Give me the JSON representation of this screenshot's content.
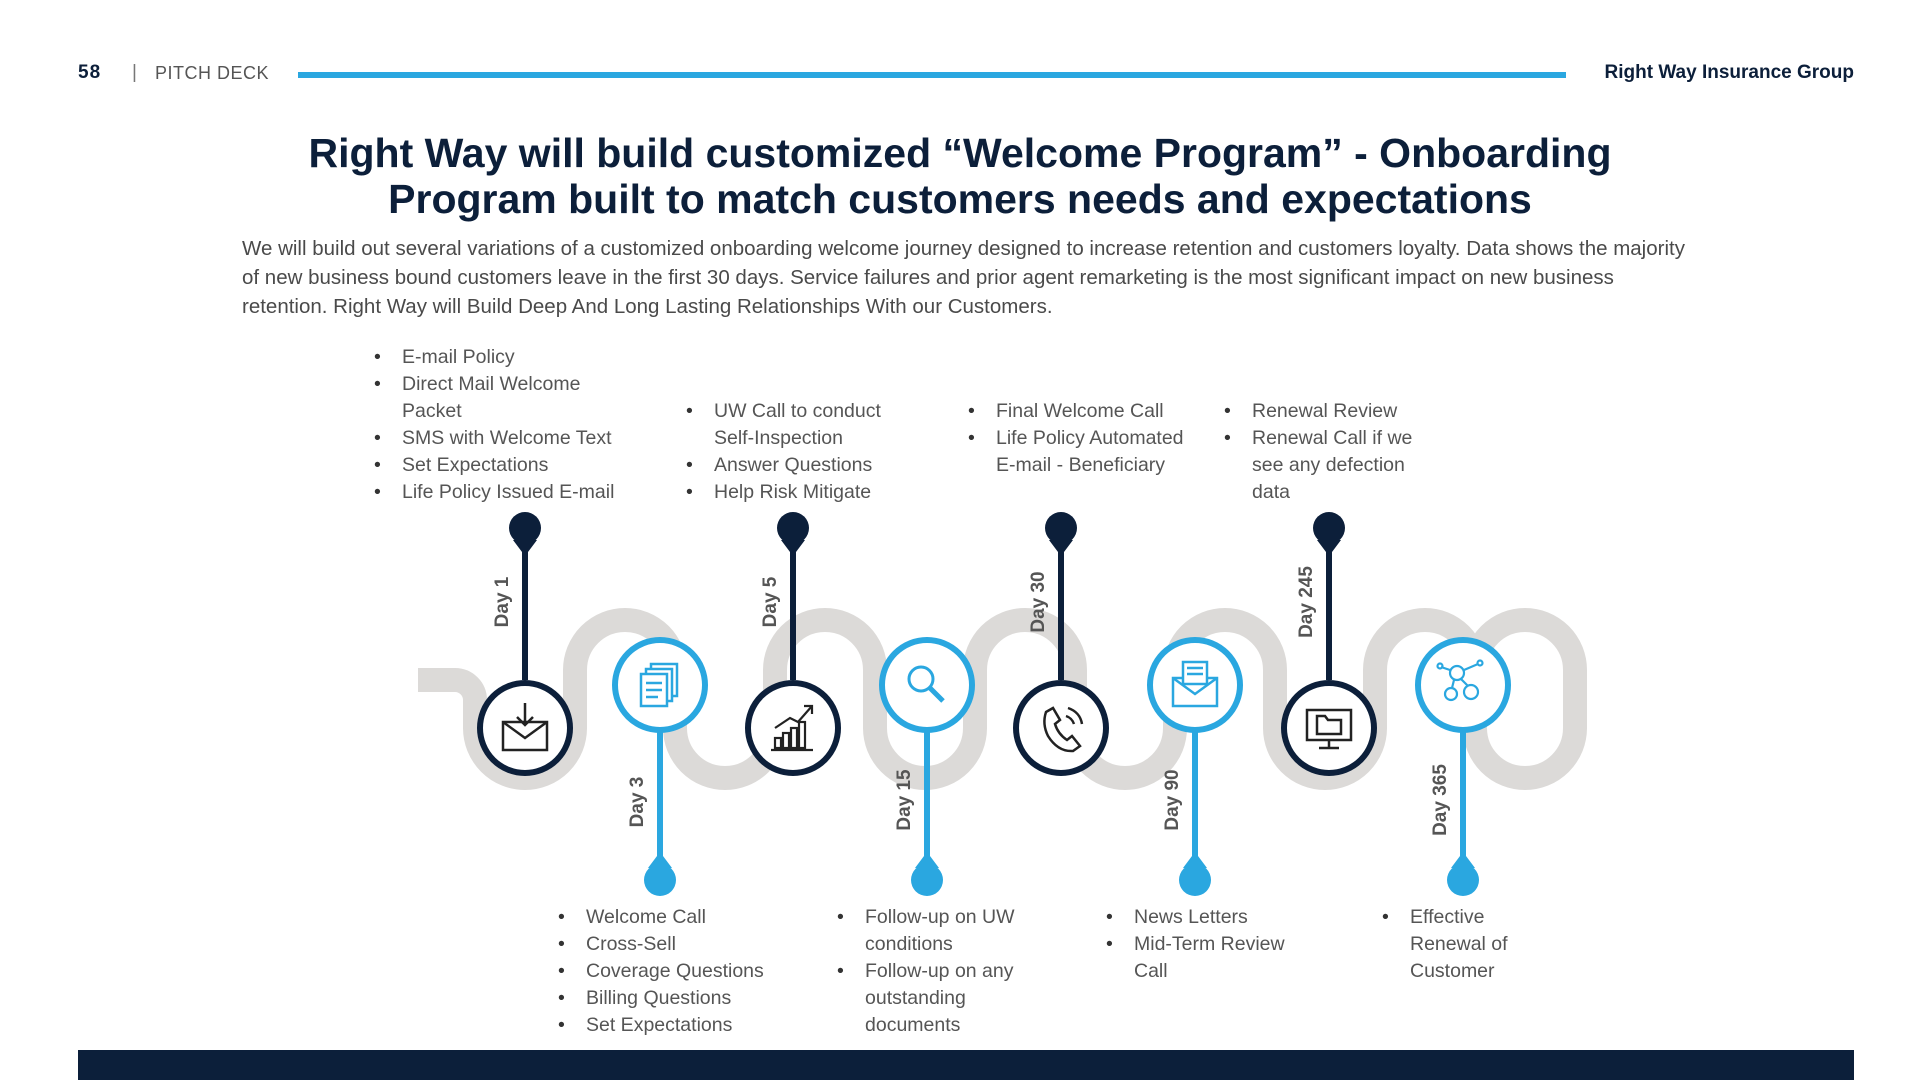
{
  "header": {
    "page_number": "58",
    "separator": "|",
    "deck_label": "PITCH DECK",
    "company": "Right Way Insurance Group"
  },
  "title": "Right Way will build customized “Welcome Program” - Onboarding Program built to match customers needs and expectations",
  "intro": "We will build out several variations of a customized onboarding welcome journey designed to increase retention and customers loyalty. Data shows the majority of new business bound customers leave in the first 30 days. Service failures and prior agent remarketing is the most significant impact on new business retention. Right Way will Build  Deep And Long Lasting Relationships With our Customers.",
  "colors": {
    "navy": "#0c1f3a",
    "accent": "#2aa7e0",
    "road": "#dcdad8"
  },
  "milestones": [
    {
      "day": "Day 1",
      "icon": "mail-download-icon",
      "items": [
        "E-mail Policy",
        "Direct Mail Welcome Packet",
        "SMS with Welcome Text",
        "Set Expectations",
        "Life Policy Issued E-mail"
      ]
    },
    {
      "day": "Day 3",
      "icon": "documents-icon",
      "items": [
        "Welcome Call",
        "Cross-Sell",
        "Coverage Questions",
        "Billing Questions",
        "Set Expectations"
      ]
    },
    {
      "day": "Day 5",
      "icon": "growth-chart-icon",
      "items": [
        "UW Call to conduct Self-Inspection",
        "Answer Questions",
        "Help Risk Mitigate"
      ]
    },
    {
      "day": "Day 15",
      "icon": "search-icon",
      "items": [
        "Follow-up on UW conditions",
        "Follow-up on any outstanding documents"
      ]
    },
    {
      "day": "Day 30",
      "icon": "phone-icon",
      "items": [
        "Final Welcome Call",
        "Life Policy Automated E-mail - Beneficiary"
      ]
    },
    {
      "day": "Day 90",
      "icon": "newsletter-icon",
      "items": [
        "News Letters",
        "Mid-Term Review Call"
      ]
    },
    {
      "day": "Day 245",
      "icon": "monitor-folder-icon",
      "items": [
        "Renewal Review",
        "Renewal Call if we see any defection data"
      ]
    },
    {
      "day": "Day 365",
      "icon": "customer-network-icon",
      "items": [
        "Effective Renewal of Customer"
      ]
    }
  ]
}
